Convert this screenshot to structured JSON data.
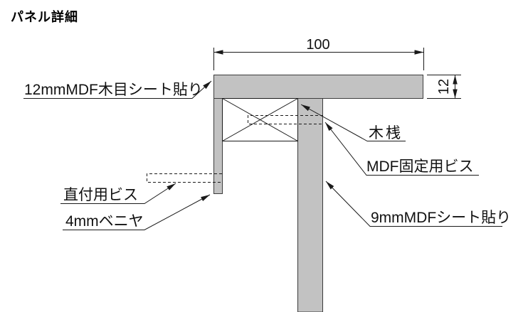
{
  "title": "パネル詳細",
  "diagram": {
    "dimensions": {
      "width_label": "100",
      "thickness_label": "12"
    },
    "labels": {
      "top_panel": "12mmMDF木目シート貼り",
      "batten": "木桟",
      "mdf_screw": "MDF固定用ビス",
      "side_panel": "9mmMDFシート貼り",
      "direct_screw": "直付用ビス",
      "plywood": "4mmベニヤ"
    },
    "colors": {
      "panel_fill": "#c2c2c2",
      "edge": "#3c3c3c",
      "line": "#1a1a1a"
    }
  }
}
